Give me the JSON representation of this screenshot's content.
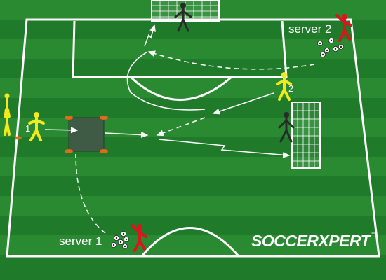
{
  "labels": {
    "server_1": "server 1",
    "server_2": "server 2",
    "player_1": "1",
    "player_2": "2"
  },
  "logo": {
    "text": "SOCCERXPERT",
    "trademark": "™"
  },
  "colors": {
    "pitch": "#1f7a2a",
    "stripe_light": "#2a8a32",
    "lines": "#ffffff",
    "attacker_team": "#f2ea1e",
    "server_team": "#d8161c",
    "goalkeepers": "#2a2a2a",
    "cones": "#e06a1a",
    "grid_fill": "#3f5a45"
  },
  "icons": [
    "soccer-ball-icon",
    "player-figure-icon",
    "cone-icon",
    "goal-net-icon"
  ]
}
